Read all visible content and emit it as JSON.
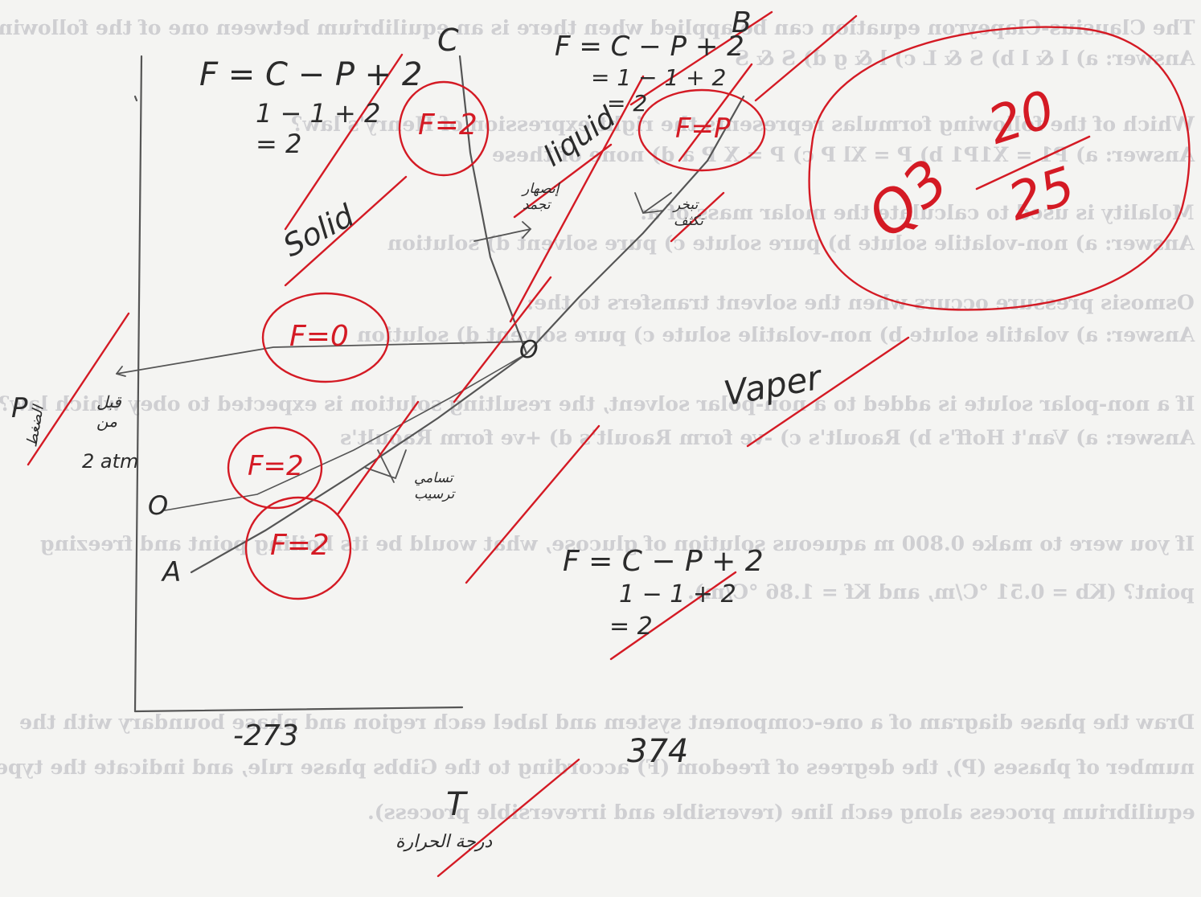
{
  "ghost_text": [
    "The Clausius-Clapeyron equation can be applied when there is an equilibrium between one of the following:",
    "Answer: a) l & l      b) S & L      c) l & g      d) S & S",
    "Which of the following formulas represents the right expression of Henry's law?",
    "Answer: a) P1 = X1P1      b) P = Xl P      c) P = X P a      d) none of these",
    "Molality is used to calculate the molar mass of a:",
    "Answer: a) non-volatile solute      b) pure solute      c) pure solvent      d) solution",
    "Osmosis pressure occurs when the solvent transfers to the:",
    "Answer: a) volatile solute      b) non-volatile solute      c) pure solvent      d) solution",
    "If a non-polar solute is added to a non-polar solvent, the resulting solution is expected to obey which law?",
    "Answer: a) Van't Hoff's      b) Raoult's      c) -ve form Raoult's      d) +ve form Raoult's",
    "If you were to make 0.800 m aqueous solution of glucose, what would be its boiling point and freezing",
    "point? (Kb = 0.51 °C/m, and Kf = 1.86 °C/m).",
    "Draw the phase diagram of a one-component system and label each region and phase boundary with the",
    "number of phases (P), the degrees of freedom (F) according to the Gibbs phase rule, and indicate the type of",
    "equilibrium process along each line (reversible and irreversible process)."
  ],
  "handwriting": {
    "formula_top_left": "F = C − P + 2",
    "calc_top_left": "1 − 1 + 2",
    "result_top_left": "= 2",
    "formula_top": "F = C − P + 2",
    "calc_top": "= 1 − 1 + 2",
    "result_top": "= 2",
    "formula_bottom": "F = C − P + 2",
    "calc_bottom": "1 − 1 + 2",
    "result_bottom": "= 2",
    "point_c": "C",
    "point_o": "O",
    "point_a": "A",
    "point_b": "B",
    "point_center": "O",
    "region_solid": "Solid",
    "region_liquid": "liquid",
    "region_vapor": "Vaper",
    "label_2atm": "2 atm",
    "label_p": "P",
    "label_p_arabic": "الضغط",
    "label_pressure_note": "قبل\nمن",
    "label_temp_arabic": "درجة الحرارة",
    "label_t": "T",
    "tick_neg273": "-273",
    "tick_374": "374",
    "arrow_note_1": "إنصهار\nتجمد",
    "arrow_note_2": "تبخر\nتكثف",
    "arrow_note_3": "تسامي\nترسيب"
  },
  "grading": {
    "f2_marks": [
      "F=2",
      "F=2",
      "F=2"
    ],
    "fp_marks": [
      "F=P",
      "F=0"
    ],
    "score_label": "Q3",
    "score_value": "20",
    "score_total": "25"
  }
}
